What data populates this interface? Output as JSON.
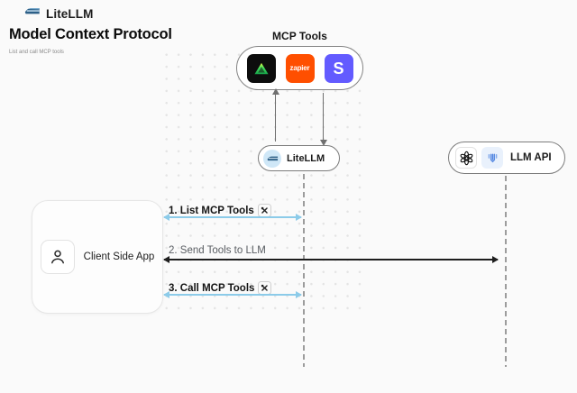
{
  "header": {
    "brand": "LiteLLM",
    "title": "Model Context Protocol",
    "subtitle": "List and call MCP tools"
  },
  "mcp_tools": {
    "label": "MCP Tools",
    "zapier_text": "zapier",
    "stripe_text": "S"
  },
  "nodes": {
    "litellm": {
      "label": "LiteLLM"
    },
    "llm_api": {
      "label": "LLM API"
    },
    "client": {
      "label": "Client Side App"
    }
  },
  "flows": [
    {
      "label": "1. List MCP Tools"
    },
    {
      "label": "2. Send Tools to LLM"
    },
    {
      "label": "3. Call MCP Tools"
    }
  ],
  "colors": {
    "background": "#fafafa",
    "accent_blue_arrow": "#8ccbe9",
    "dark_arrow": "#1e1e1e",
    "zapier_orange": "#ff4f00",
    "stripe_purple": "#635bff",
    "litellm_icon_bg": "#cfe7f7"
  }
}
